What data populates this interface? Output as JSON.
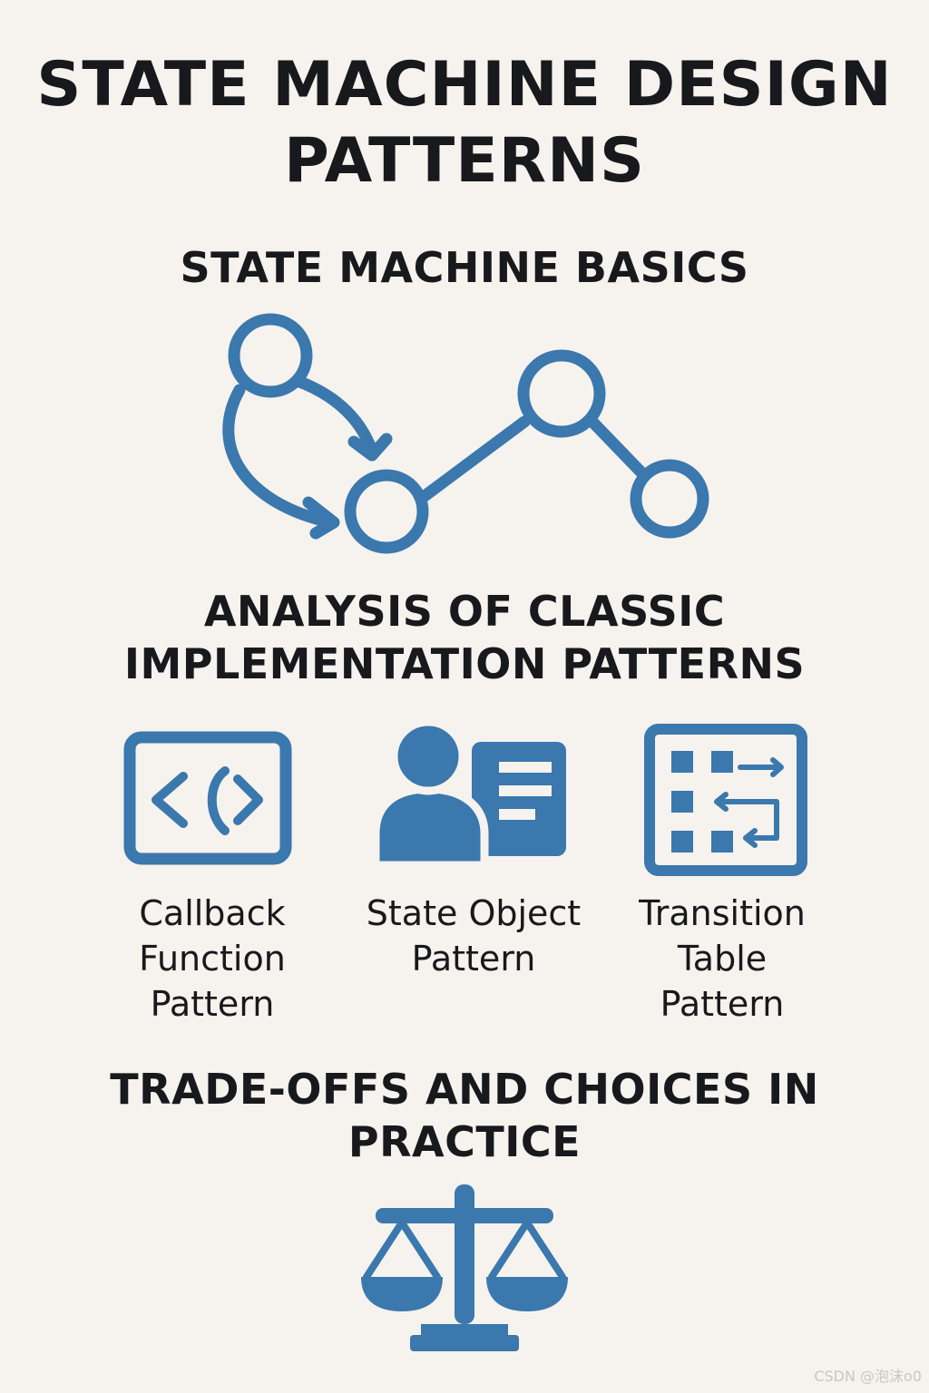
{
  "title": "STATE MACHINE DESIGN PATTERNS",
  "sections": {
    "basics": "STATE MACHINE BASICS",
    "classic": "ANALYSIS OF CLASSIC IMPLEMENTATION PATTERNS",
    "tradeoffs": "TRADE-OFFS AND CHOICES IN PRACTICE"
  },
  "patterns": [
    {
      "label": "Callback Function Pattern",
      "icon": "code-window-icon"
    },
    {
      "label": "State Object Pattern",
      "icon": "person-document-icon"
    },
    {
      "label": "Transition Table Pattern",
      "icon": "transition-table-icon"
    }
  ],
  "colors": {
    "accent": "#3a78ad",
    "background": "#f6f2ee",
    "text": "#17191c"
  },
  "watermark": "CSDN @泡沫o0"
}
